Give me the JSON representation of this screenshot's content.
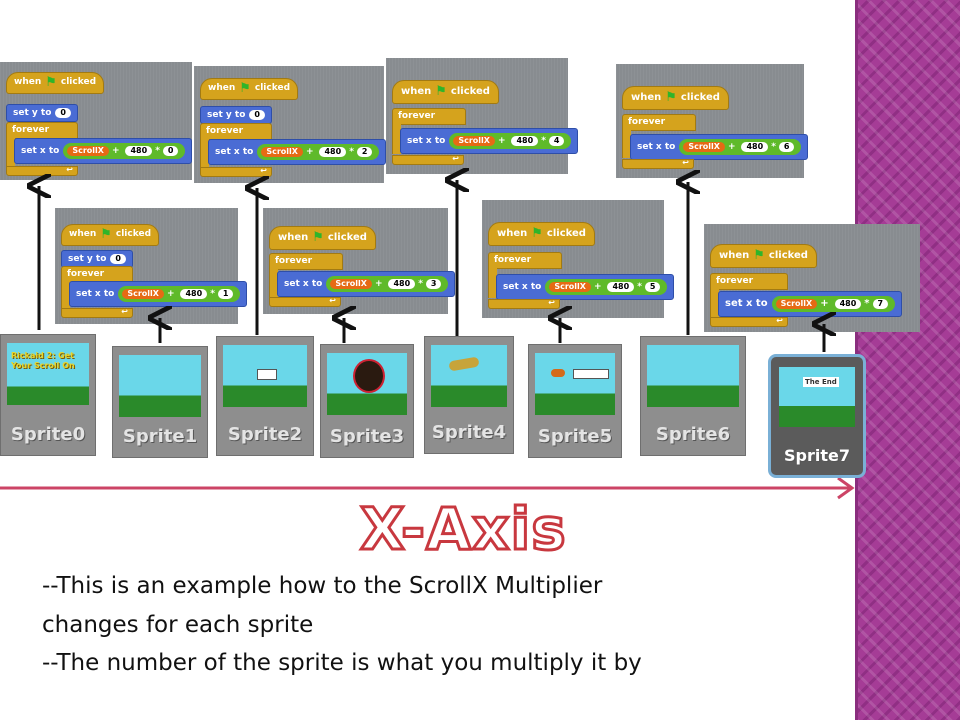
{
  "blocks": {
    "when_label": "when",
    "clicked_label": "clicked",
    "sety_label": "set y to",
    "sety_value": "0",
    "forever_label": "forever",
    "setx_label": "set x to",
    "scroll_var": "ScrollX",
    "plus_sign": "+",
    "base_value": "480",
    "times_sign": "*",
    "multipliers": [
      "0",
      "1",
      "2",
      "3",
      "4",
      "5",
      "6",
      "7"
    ]
  },
  "sprites": [
    "Sprite0",
    "Sprite1",
    "Sprite2",
    "Sprite3",
    "Sprite4",
    "Sprite5",
    "Sprite6",
    "Sprite7"
  ],
  "thumb_texts": {
    "sprite0": "Rickaid 2: Get Your Scroll On",
    "sprite7": "The End"
  },
  "title": "X-Axis",
  "captions": [
    "--This is an example how to the ScrollX Multiplier",
    "changes for each sprite",
    "--The number of the sprite is what you multiply it by"
  ],
  "colors": {
    "accent_purple": "#a53c96",
    "title_red": "#c8383f",
    "axis_arrow": "#cc4466",
    "block_orange": "#d5a31d",
    "block_blue": "#4a6cd4",
    "operator_green": "#5fba2a",
    "variable_orange": "#e66a14"
  }
}
